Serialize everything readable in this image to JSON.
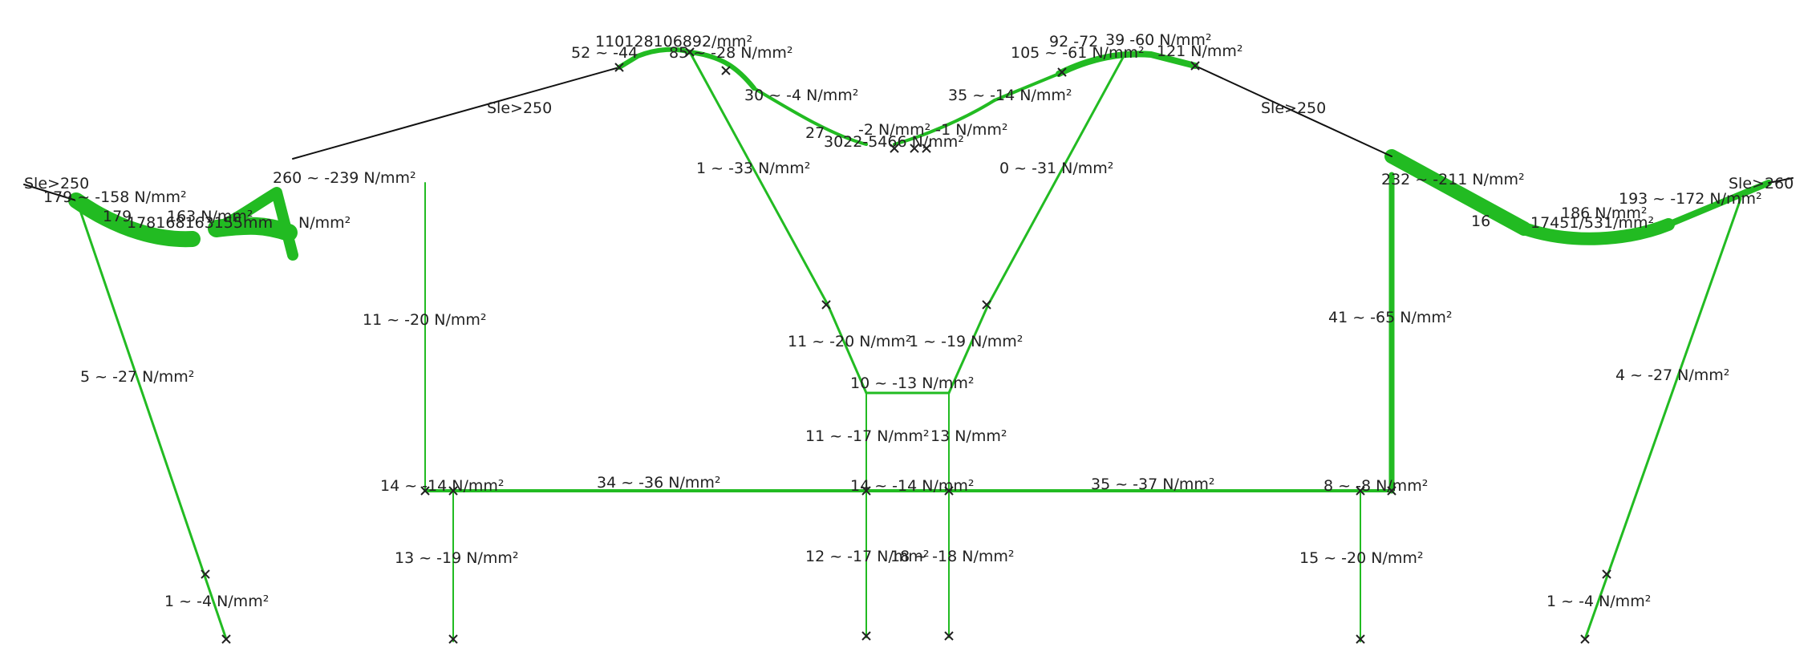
{
  "colors": {
    "member": "#22bb22",
    "black_member": "#111111",
    "text": "#222222",
    "background": "#ffffff"
  },
  "labels": {
    "top_left_a": "110128106892/mm²",
    "top_left_b": "52 ~ -44",
    "top_left_c": "85 ~ -28 N/mm²",
    "top_right_a": "92 -72",
    "top_right_b": "39 -60 N/mm²",
    "top_right_c": "105 ~ -61 N/mm²",
    "top_right_d": "121 N/mm²",
    "left_sle": "Sle>250",
    "right_sle": "Sle>250",
    "left_end_sle": "Sle>250",
    "right_end_sle": "Sle>260",
    "left_30": "30 ~ -4 N/mm²",
    "right_35": "35 ~ -14 N/mm²",
    "valley_a": "27",
    "valley_b": "3022-5466 N/mm²",
    "valley_c": "-2 N/mm² -1 N/mm²",
    "left_diag": "1 ~ -33 N/mm²",
    "right_diag": "0 ~ -31 N/mm²",
    "left_eave": "260 ~ -239 N/mm²",
    "right_eave": "232 ~ -211 N/mm²",
    "left_tip_a": "179 ~ -158 N/mm²",
    "left_tip_b": "179",
    "left_tip_c": "163 N/mm²",
    "left_tip_d": "178168163155mm",
    "left_tip_e": "N/mm²",
    "right_tip_a": "193 ~ -172 N/mm²",
    "right_tip_b": "16",
    "right_tip_c": "186 N/mm²",
    "right_tip_d": "17451/531/mm²",
    "left_col_upper": "11 ~ -20 N/mm²",
    "right_col_upper": "41 ~ -65 N/mm²",
    "left_outer_col": "5 ~ -27 N/mm²",
    "right_outer_col": "4 ~ -27 N/mm²",
    "center_left_a": "11 ~ -20 N/mm²",
    "center_right_a": "1 ~ -19 N/mm²",
    "center_tie": "10 ~ -13 N/mm²",
    "center_post_left": "11 ~ -17 N/mm²",
    "center_post_right": "13 N/mm²",
    "beam_left_node": "14 ~ -14 N/mm²",
    "beam_left_span": "34 ~ -36 N/mm²",
    "beam_mid_node": "14 ~ -14 N/mm²",
    "beam_right_span": "35 ~ -37 N/mm²",
    "beam_right_node": "8 ~ -8 N/mm²",
    "leg_left": "13 ~ -19 N/mm²",
    "leg_mid_left": "12 ~ -17 N/mm²",
    "leg_mid_right": "18 ~ -18 N/mm²",
    "leg_right": "15 ~ -20 N/mm²",
    "foot_left": "1 ~ -4 N/mm²",
    "foot_right": "1 ~ -4 N/mm²"
  }
}
